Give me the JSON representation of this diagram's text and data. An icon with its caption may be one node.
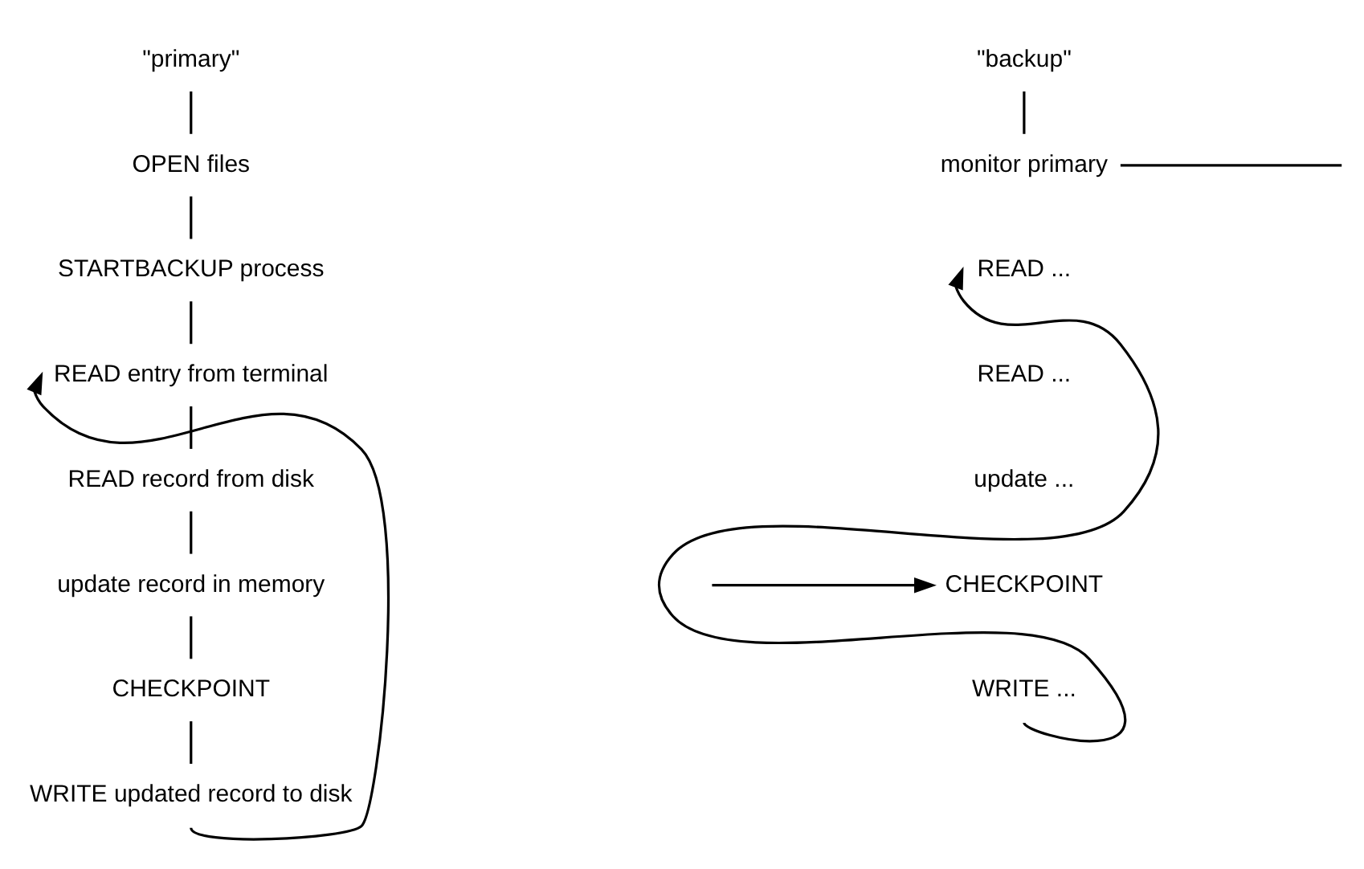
{
  "diagram": {
    "nodes": [
      {
        "text": [
          "\"primary\""
        ]
      },
      {
        "text": [
          "OPEN files"
        ]
      },
      {
        "text": [
          "STARTBACKUP process"
        ]
      },
      {
        "text": [
          "READ entry from terminal"
        ]
      },
      {
        "text": [
          "READ record from disk"
        ]
      },
      {
        "text": [
          "update record in memory"
        ]
      },
      {
        "text": [
          "CHECKPOINT"
        ]
      },
      {
        "text": [
          "WRITE updated record to disk"
        ]
      },
      {
        "text": [
          "\"backup\""
        ]
      },
      {
        "text": [
          "monitor primary"
        ]
      },
      {
        "text": [
          "READ ..."
        ]
      },
      {
        "text": [
          "READ ..."
        ]
      },
      {
        "text": [
          "update ..."
        ]
      },
      {
        "text": [
          "CHECKPOINT"
        ]
      },
      {
        "text": [
          "WRITE ..."
        ]
      }
    ],
    "edges": [
      {
        "from": 0,
        "to": 1,
        "arrow": "none"
      },
      {
        "from": 1,
        "to": 2,
        "arrow": "none"
      },
      {
        "from": 2,
        "to": 3,
        "arrow": "none"
      },
      {
        "from": 3,
        "to": 4,
        "arrow": "none"
      },
      {
        "from": 4,
        "to": 5,
        "arrow": "none"
      },
      {
        "from": 5,
        "to": 6,
        "arrow": "none"
      },
      {
        "from": 6,
        "to": 7,
        "arrow": "none"
      },
      {
        "from": 7,
        "to": 3,
        "arrow": "to"
      },
      {
        "from": 8,
        "to": 9,
        "arrow": "none"
      },
      {
        "from": 9,
        "to": null,
        "arrow": "none"
      },
      {
        "from": null,
        "to": 13,
        "arrow": "to"
      },
      {
        "from": 14,
        "to": 10,
        "arrow": "to"
      }
    ]
  }
}
